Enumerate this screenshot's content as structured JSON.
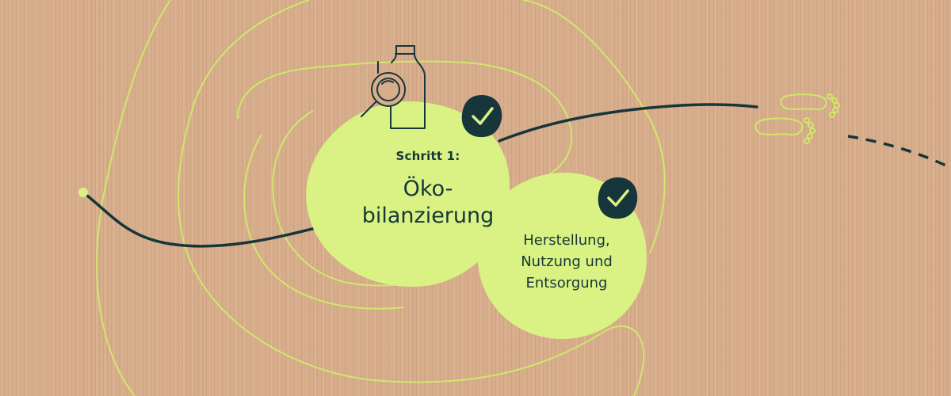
{
  "step": {
    "label": "Schritt 1:",
    "title_line1": "Öko-",
    "title_line2": "bilanzierung"
  },
  "detail": {
    "line1": "Herstellung,",
    "line2": "Nutzung und",
    "line3": "Entsorgung"
  },
  "colors": {
    "background": "#d7ad8b",
    "lime": "#d9f283",
    "contour": "#cfe86a",
    "dark": "#16363b"
  },
  "icons": [
    "bottle-magnifier-icon",
    "checkmark-icon",
    "footprints-icon"
  ]
}
